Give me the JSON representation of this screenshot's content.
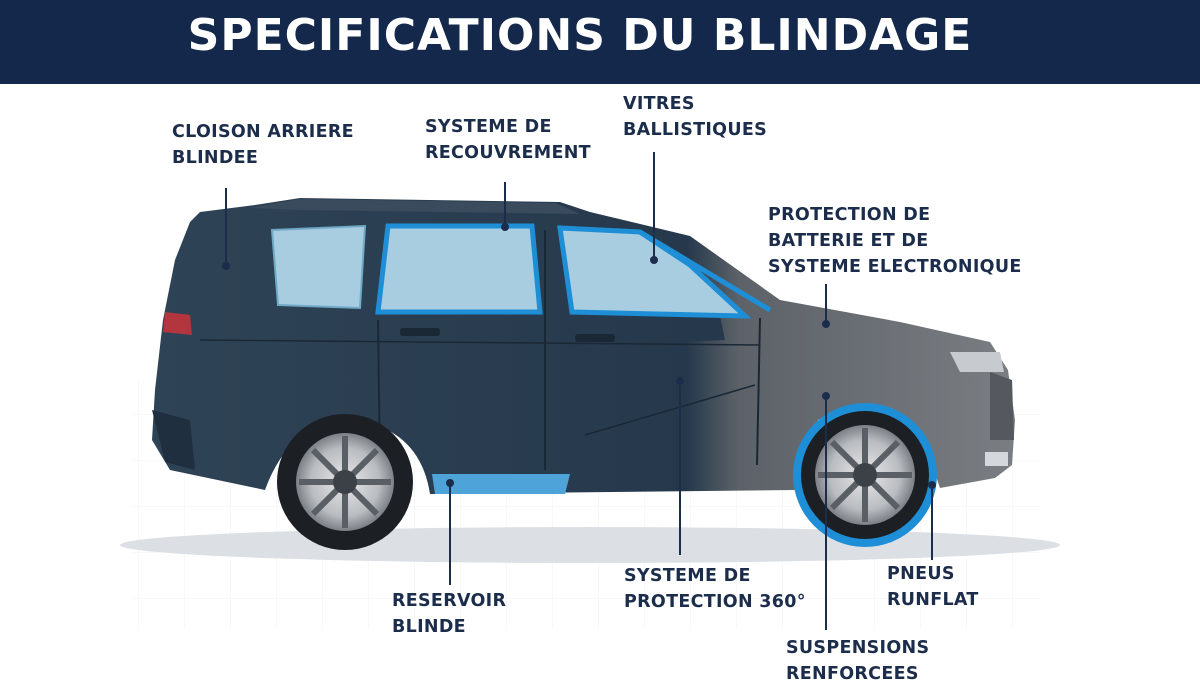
{
  "title": "SPECIFICATIONS DU BLINDAGE",
  "colors": {
    "banner": "#13284a",
    "label_text": "#1b2d4a",
    "armor_highlight": "#1e8fd6",
    "body_dark": "#27394c",
    "body_light": "#6e7277"
  },
  "callouts": [
    {
      "id": "cloison",
      "text": "CLOISON ARRIERE\nBLINDEE"
    },
    {
      "id": "recouvrement",
      "text": "SYSTEME DE\nRECOUVREMENT"
    },
    {
      "id": "vitres",
      "text": "VITRES\nBALLISTIQUES"
    },
    {
      "id": "batterie",
      "text": "PROTECTION DE\nBATTERIE ET DE\nSYSTEME ELECTRONIQUE"
    },
    {
      "id": "reservoir",
      "text": "RESERVOIR\nBLINDE"
    },
    {
      "id": "protection360",
      "text": "SYSTEME DE\nPROTECTION 360°"
    },
    {
      "id": "pneus",
      "text": "PNEUS\nRUNFLAT"
    },
    {
      "id": "suspensions",
      "text": "SUSPENSIONS\nRENFORCEES"
    }
  ]
}
